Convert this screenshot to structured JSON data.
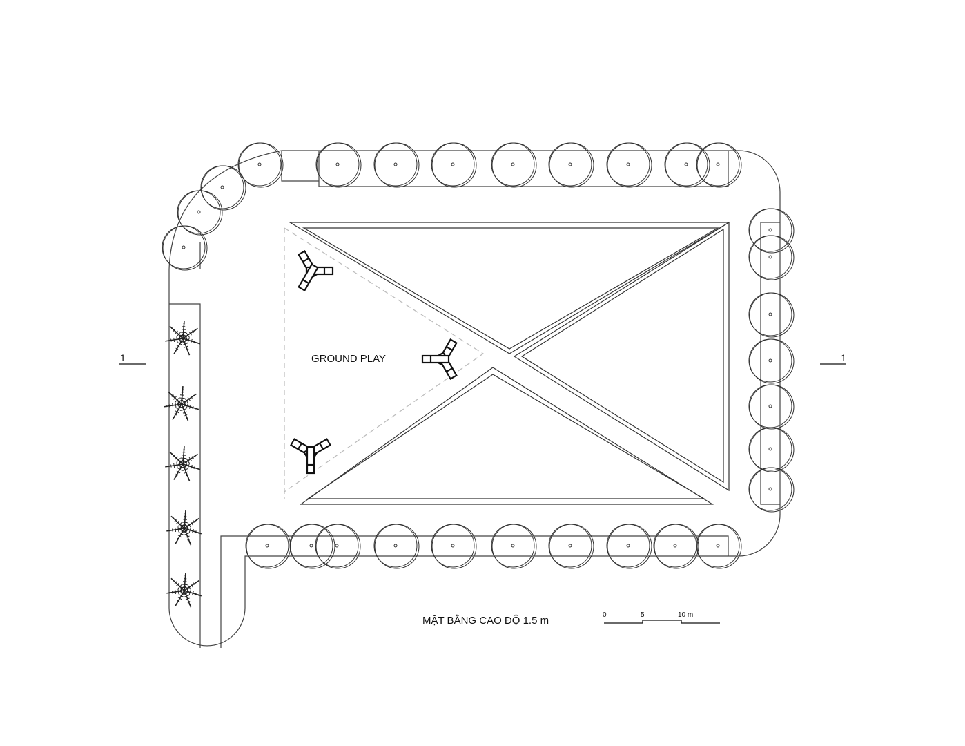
{
  "plan": {
    "area_label": "GROUND PLAY",
    "title": "MẶT BẰNG CAO ĐỘ 1.5 m",
    "section_left": "1",
    "section_right": "1"
  },
  "scale_bar": {
    "t0": "0",
    "t5": "5",
    "t10": "10 m"
  },
  "colors": {
    "line": "#333333",
    "dash": "#bbbbbb"
  }
}
